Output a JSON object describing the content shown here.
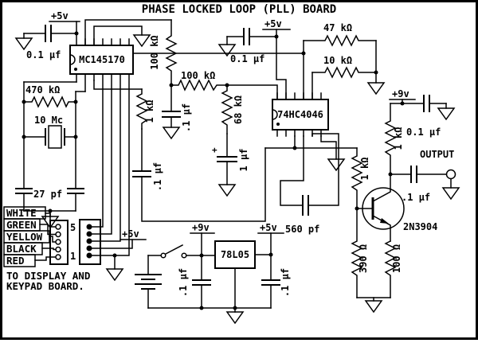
{
  "title": "PHASE LOCKED LOOP (PLL) BOARD",
  "colors": {
    "ink": "#000000",
    "paper": "#ffffff"
  },
  "ics": {
    "pll": "MC145170",
    "pd": "74HC4046",
    "reg": "78L05"
  },
  "transistor": "2N3904",
  "output_label": "OUTPUT",
  "crystal": "10 Mc",
  "power": {
    "v5_a": "+5v",
    "v5_b": "+5v",
    "v5_c": "+5v",
    "v5_d": "+5v",
    "v9_a": "+9v",
    "v9_b": "+9v"
  },
  "resistors": {
    "r470k": "470 kΩ",
    "r100k_v": "100 kΩ",
    "r100k_h": "100 kΩ",
    "r1k_a": "1 kΩ",
    "r68k": "68 kΩ",
    "r47k": "47 kΩ",
    "r10k": "10 kΩ",
    "r1k_b": "1 kΩ",
    "r1k_c": "1 kΩ",
    "r390": "390 Ω",
    "r100": "100 Ω"
  },
  "capacitors": {
    "c01_a": "0.1 µf",
    "c01_b": "0.1 µf",
    "c01_c": "0.1 µf",
    "cp1_a": ".1 µf",
    "cp1_b": ".1 µf",
    "cp1_c": ".1 µf",
    "cp1_d": ".1 µf",
    "cp1_e": ".1 µf",
    "c1u": "1 µf",
    "c1u_plus": "+",
    "c27": "27 pf",
    "c560": "560 pf"
  },
  "connector": {
    "wires": [
      "WHITE",
      "GREEN",
      "YELLOW",
      "BLACK",
      "RED"
    ],
    "pin_top": "5",
    "pin_bottom": "1",
    "note1": "TO DISPLAY AND",
    "note2": "KEYPAD BOARD."
  }
}
